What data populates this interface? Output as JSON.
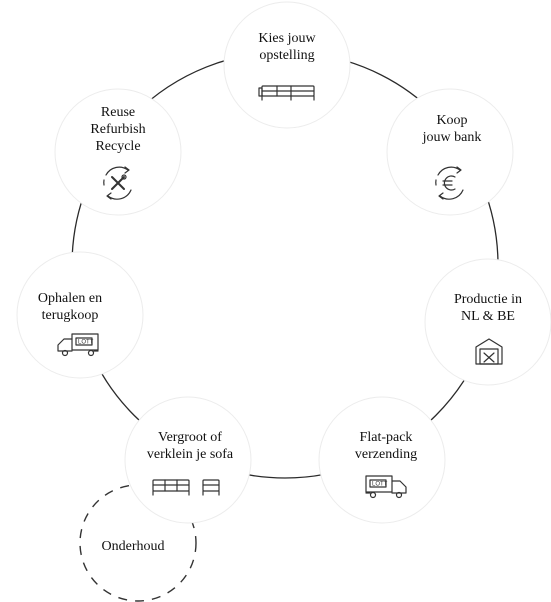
{
  "steps": [
    {
      "label_lines": [
        "Kies jouw",
        "opstelling"
      ],
      "icon": "sofa-icon"
    },
    {
      "label_lines": [
        "Koop",
        "jouw bank"
      ],
      "icon": "euro-cycle-icon"
    },
    {
      "label_lines": [
        "Productie in",
        "NL & BE"
      ],
      "icon": "factory-icon"
    },
    {
      "label_lines": [
        "Flat-pack",
        "verzending"
      ],
      "icon": "delivery-truck-icon"
    },
    {
      "label_lines": [
        "Vergroot of",
        "verklein je sofa"
      ],
      "icon": "sofa-resize-icon"
    },
    {
      "label_lines": [
        "Ophalen en",
        "terugkoop"
      ],
      "icon": "delivery-truck-icon"
    },
    {
      "label_lines": [
        "Reuse",
        "Refurbish",
        "Recycle"
      ],
      "icon": "tools-cycle-icon"
    }
  ],
  "side_step": {
    "label": "Onderhoud"
  },
  "truck_text": "LOTT"
}
